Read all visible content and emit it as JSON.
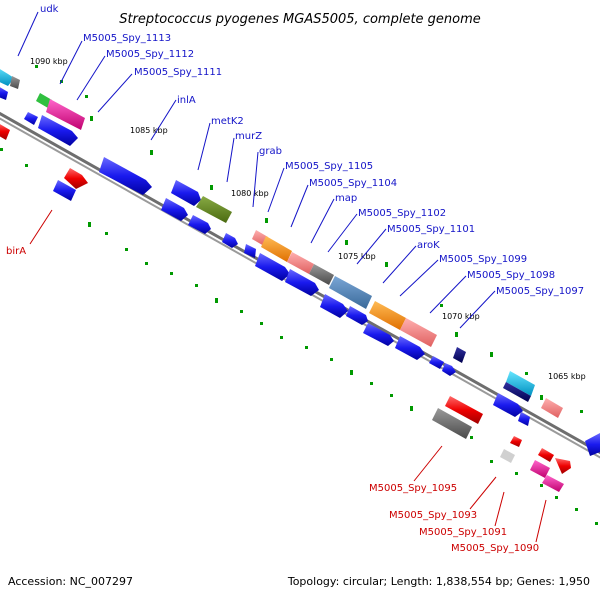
{
  "title": "Streptococcus pyogenes MGAS5005, complete genome",
  "accession": "Accession: NC_007297",
  "summary": "Topology: circular; Length: 1,838,554 bp; Genes: 1,950",
  "kbp_ticks": [
    "1090 kbp",
    "1085 kbp",
    "1080 kbp",
    "1075 kbp",
    "1070 kbp",
    "1065 kbp"
  ],
  "genes_forward": [
    "udk",
    "M5005_Spy_1113",
    "M5005_Spy_1112",
    "M5005_Spy_1111",
    "inlA",
    "metK2",
    "murZ",
    "grab",
    "M5005_Spy_1105",
    "M5005_Spy_1104",
    "map",
    "M5005_Spy_1102",
    "M5005_Spy_1101",
    "aroK",
    "M5005_Spy_1099",
    "M5005_Spy_1098",
    "M5005_Spy_1097"
  ],
  "genes_reverse": [
    "birA",
    "M5005_Spy_1095",
    "M5005_Spy_1093",
    "M5005_Spy_1091",
    "M5005_Spy_1090"
  ],
  "colors": {
    "forward_label": "#1414c8",
    "reverse_label": "#cc0000",
    "cds_forward": "#1a1aff",
    "cds_reverse": "#ff0000",
    "backbone": "#808080",
    "tick_green": "#009900"
  }
}
